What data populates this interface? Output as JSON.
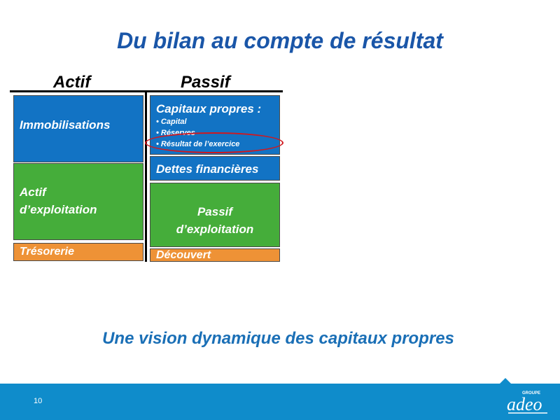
{
  "title": "Du bilan au compte de résultat",
  "columns": {
    "actif": "Actif",
    "passif": "Passif"
  },
  "actif": {
    "immobilisations": "Immobilisations",
    "actif_exploitation": [
      "Actif",
      "d’exploitation"
    ],
    "tresorerie": "Trésorerie"
  },
  "passif": {
    "capitaux_propres": {
      "label": "Capitaux propres :",
      "items": [
        "Capital",
        "Réserves",
        "Résultat de l’exercice"
      ]
    },
    "dettes_financieres": "Dettes financières",
    "passif_exploitation": [
      "Passif",
      "d’exploitation"
    ],
    "decouvert": "Découvert"
  },
  "subtitle": "Une vision dynamique des capitaux propres",
  "footer": {
    "page_number": "10",
    "logo_small": "GROUPE",
    "logo_main": "adeo"
  },
  "colors": {
    "title": "#1a56a8",
    "blue_box": "#1273c4",
    "green_box": "#45ad3a",
    "orange_box": "#ee9236",
    "highlight_ellipse": "#d0181f",
    "footer": "#0f8ccb"
  }
}
